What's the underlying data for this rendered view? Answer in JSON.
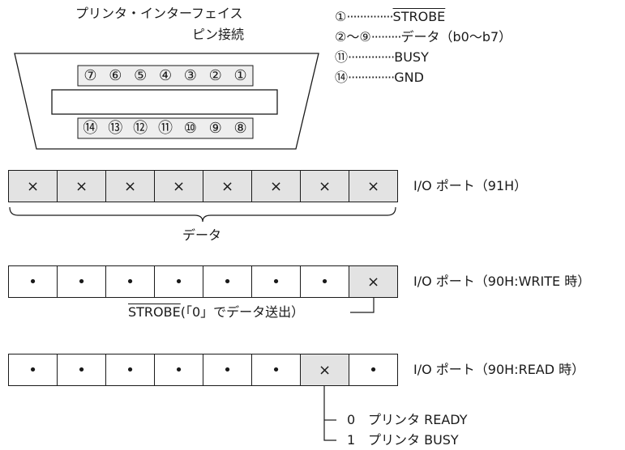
{
  "connector": {
    "title_line1": "プリンタ・インターフェイス",
    "title_line2": "ピン接続",
    "pins_top": [
      "⑦",
      "⑥",
      "⑤",
      "④",
      "③",
      "②",
      "①"
    ],
    "pins_bottom": [
      "⑭",
      "⑬",
      "⑫",
      "⑪",
      "⑩",
      "⑨",
      "⑧"
    ]
  },
  "pin_legend": [
    {
      "pin": "①",
      "dots": "··············",
      "signal": "STROBE",
      "overline": true
    },
    {
      "pin": "②〜⑨",
      "dots": "·········",
      "signal": "データ（b0〜b7）",
      "overline": false
    },
    {
      "pin": "⑪",
      "dots": "··············",
      "signal": "BUSY",
      "overline": false
    },
    {
      "pin": "⑭",
      "dots": "··············",
      "signal": "GND",
      "overline": false
    }
  ],
  "registers": [
    {
      "cells": [
        "×",
        "×",
        "×",
        "×",
        "×",
        "×",
        "×",
        "×"
      ],
      "shaded": [
        0,
        1,
        2,
        3,
        4,
        5,
        6,
        7
      ],
      "label": "I/O ポート（91H）"
    },
    {
      "cells": [
        "•",
        "•",
        "•",
        "•",
        "•",
        "•",
        "•",
        "×"
      ],
      "shaded": [
        7
      ],
      "label": "I/O ポート（90H:WRITE 時）"
    },
    {
      "cells": [
        "•",
        "•",
        "•",
        "•",
        "•",
        "•",
        "×",
        "•"
      ],
      "shaded": [
        6
      ],
      "label": "I/O ポート（90H:READ 時）"
    }
  ],
  "data_brace_label": "データ",
  "strobe_note": {
    "signal": "STROBE",
    "text": "(「0」でデータ送出）"
  },
  "busy_states": [
    {
      "value": "0",
      "text": "プリンタ READY"
    },
    {
      "value": "1",
      "text": "プリンタ BUSY"
    }
  ],
  "colors": {
    "line": "#1a1a1a",
    "shade": "#e3e3e3"
  }
}
